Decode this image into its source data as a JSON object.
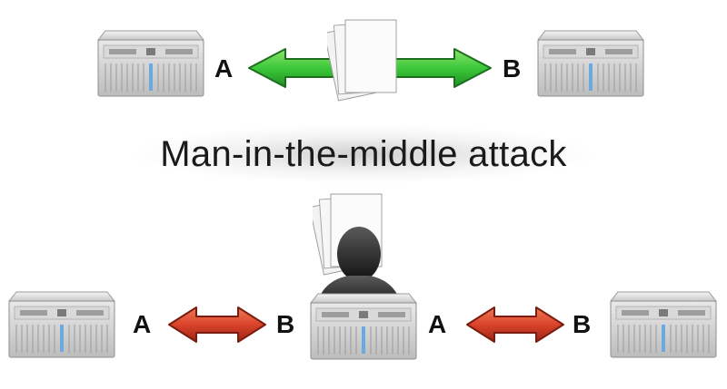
{
  "title": "Man-in-the-middle attack",
  "top_row": {
    "left_label": "A",
    "right_label": "B",
    "arrow_color": "#39b54a"
  },
  "bottom_row": {
    "left_pair": {
      "left_label": "A",
      "right_label": "B"
    },
    "right_pair": {
      "left_label": "A",
      "right_label": "B"
    },
    "arrow_color": "#d9432a"
  },
  "icons": [
    "server-icon",
    "documents-icon",
    "attacker-silhouette-icon",
    "double-arrow-icon"
  ]
}
